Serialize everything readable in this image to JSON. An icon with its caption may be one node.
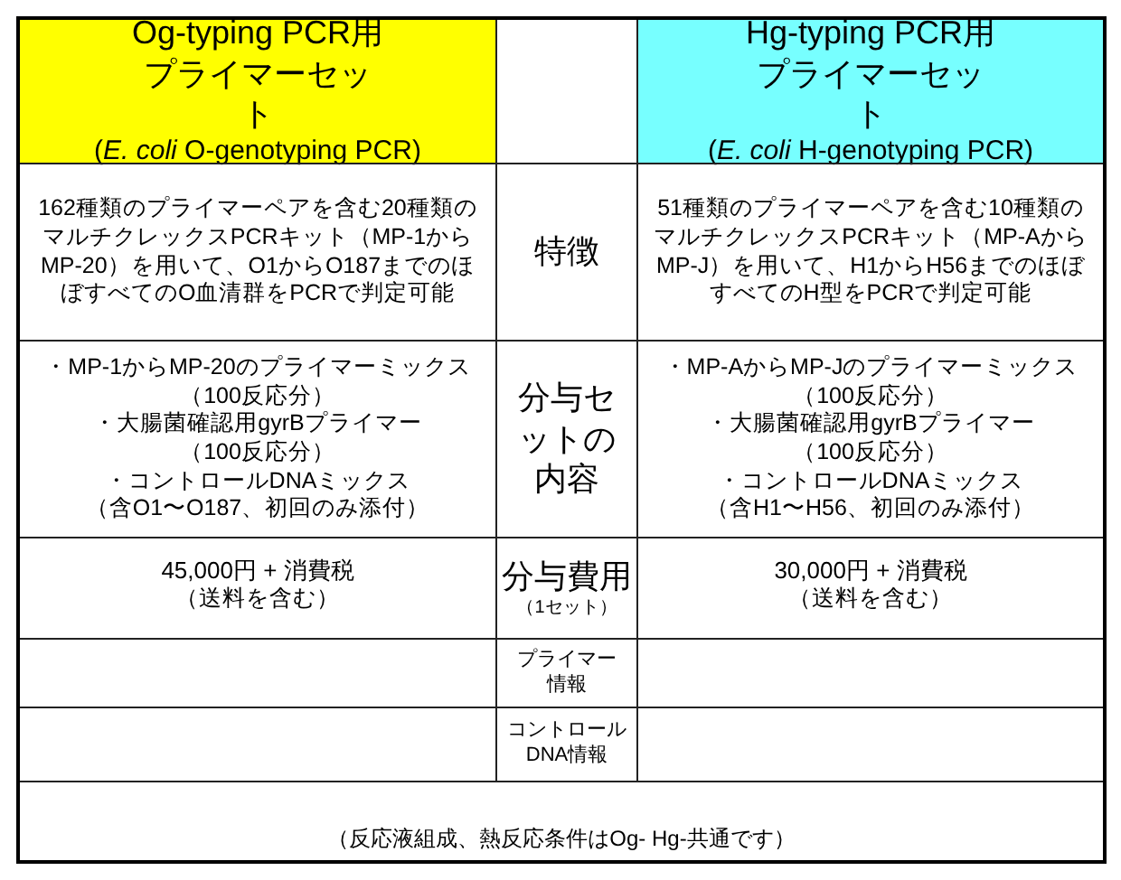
{
  "diagram": {
    "labels": [
      "Og-typing PCR用プライマーセット",
      "(*E. coli* O-genotyping PCR)",
      "Hg-typing PCR用プライマーセット",
      "(*E. coli* H-genotyping PCR)",
      "162種類のプライマーペアを含む20種類のマルチクレックスPCRキット（MP-1からMP-20）を用いて、O1からO187までのほぼすべてのO血清群をPCRで判定可能",
      "特徴",
      "51種類のプライマーペアを含む10種類のマルチクレックスPCRキット（MP-AからMP-J）を用いて、H1からH56までのほぼすべてのH型をPCRで判定可能",
      "・MP-1からMP-20のプライマーミックス",
      "（100反応分）",
      "・大腸菌確認用gyrBプライマー",
      "（100反応分）",
      "・コントロールDNAミックス",
      "（含O1〜O187、初回のみ添付）",
      "分与セットの内容",
      "・MP-AからMP-Jのプライマーミックス",
      "（100反応分）",
      "・大腸菌確認用gyrBプライマー",
      "（100反応分）",
      "・コントロールDNAミックス",
      "（含H1〜H56、初回のみ添付）",
      "45,000円 + 消費税",
      "（送料を含む）",
      "分与費用",
      "（1セット）",
      "30,000円 + 消費税",
      "（送料を含む）",
      "プライマー情報",
      "コントロールDNA情報",
      "（反応液組成、熱反応条件はOg- Hg-共通です）"
    ]
  }
}
